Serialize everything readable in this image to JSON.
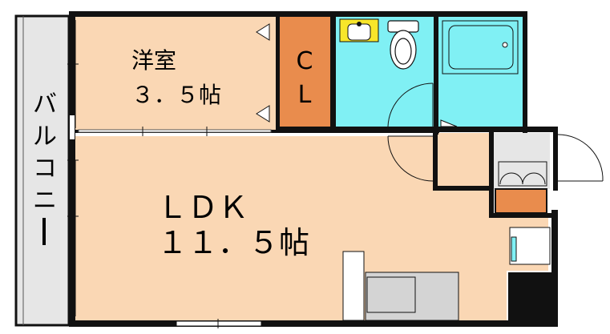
{
  "floorplan": {
    "rooms": {
      "western_room": {
        "name": "洋室",
        "size": "3.5帖",
        "size_spaced": "３．５帖"
      },
      "closet": {
        "label_top": "C",
        "label_bottom": "L"
      },
      "ldk": {
        "name": "ＬＤＫ",
        "size": "１１．５帖"
      },
      "balcony": {
        "label_chars": [
          "バ",
          "ル",
          "コ",
          "ニ",
          "ー"
        ]
      }
    },
    "colors": {
      "wall": "#111111",
      "room_floor": "#fad7b4",
      "closet": "#e98c4d",
      "wet_area": "#80f0f4",
      "balcony": "#e6e6e6",
      "fixture_gray": "#d4d4d4",
      "sink_yellow": "#f8e62a"
    }
  }
}
